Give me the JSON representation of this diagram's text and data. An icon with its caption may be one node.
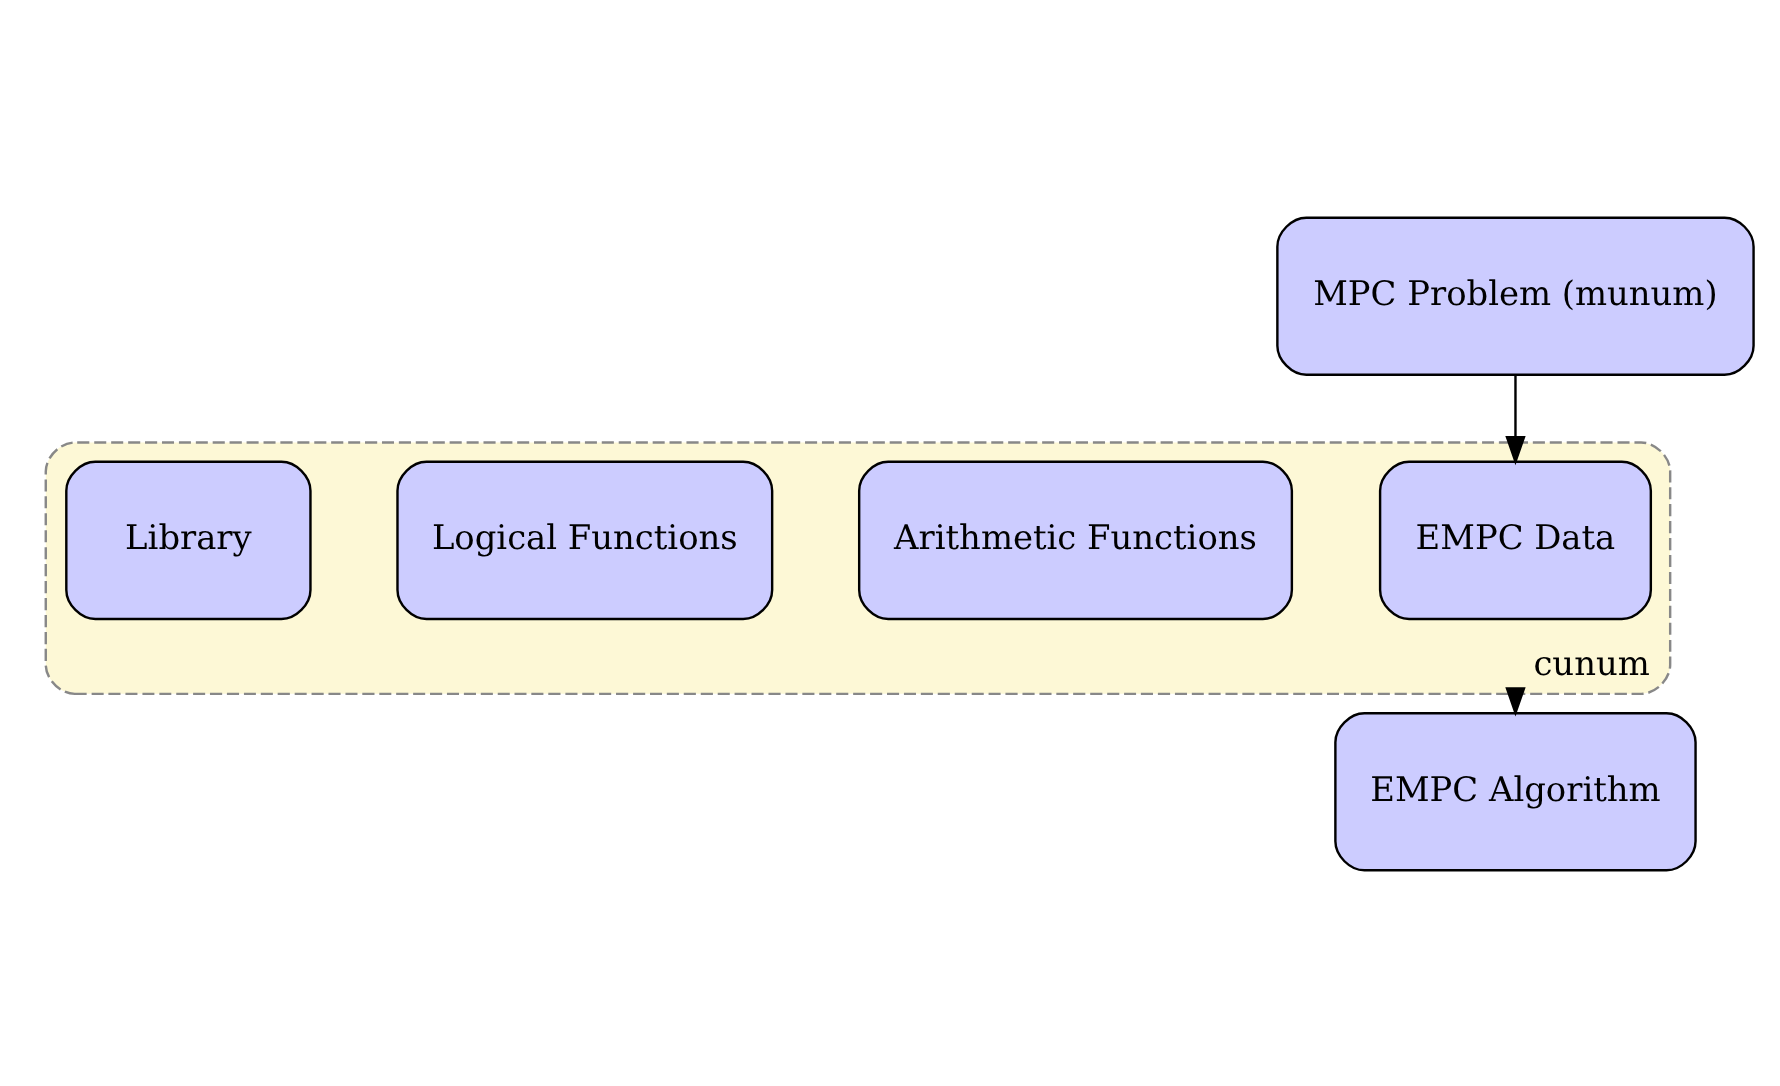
{
  "diagram": {
    "nodes": [
      {
        "text": [
          "MPC Problem (munum)"
        ]
      },
      {
        "text": [
          "cunum"
        ]
      },
      {
        "text": [
          "EMPC Data"
        ],
        "in": 1
      },
      {
        "text": [
          "Arithmetic Functions"
        ],
        "in": 1
      },
      {
        "text": [
          "Logical Functions"
        ],
        "in": 1
      },
      {
        "text": [
          "Library"
        ],
        "in": 1
      },
      {
        "text": [
          "EMPC Algorithm"
        ]
      }
    ],
    "edges": [
      {
        "from": 0,
        "to": 2,
        "arrow": "to"
      },
      {
        "from": 1,
        "to": 6,
        "arrow": "to"
      }
    ]
  }
}
